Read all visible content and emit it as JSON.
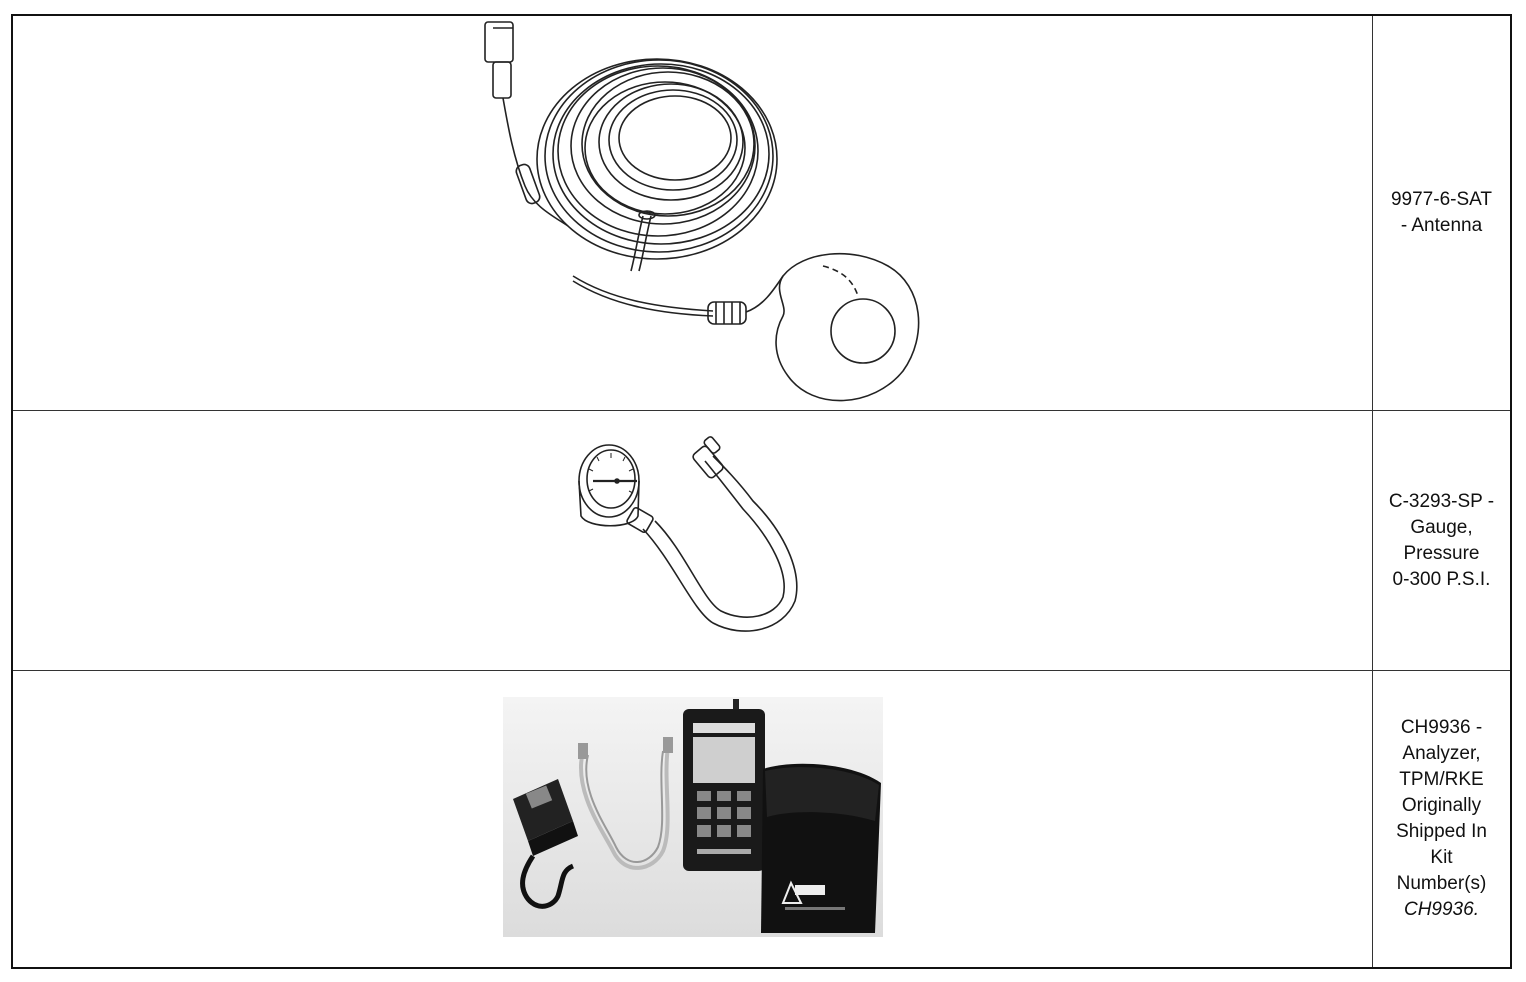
{
  "tools": [
    {
      "illustration": "antenna-cable-coil",
      "label_lines": [
        "9977-6-SAT",
        "- Antenna"
      ]
    },
    {
      "illustration": "pressure-gauge-hose",
      "label_lines": [
        "C-3293-SP -",
        "Gauge,",
        "Pressure",
        "0-300 P.S.I."
      ]
    },
    {
      "illustration": "tpm-analyzer-kit-photo",
      "label_lines": [
        "CH9936 -",
        "Analyzer,",
        "TPM/RKE",
        "Originally",
        "Shipped In",
        "Kit",
        "Number(s)"
      ],
      "kit_number": "CH9936."
    }
  ],
  "colors": {
    "border": "#111111",
    "background": "#ffffff"
  }
}
